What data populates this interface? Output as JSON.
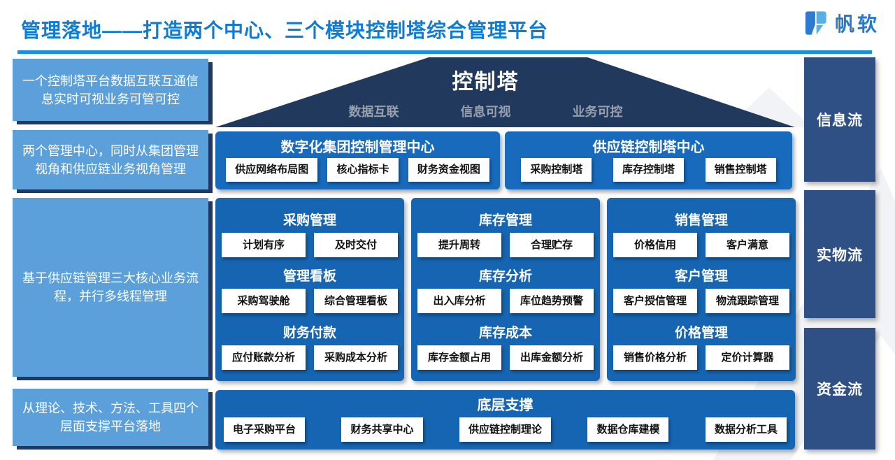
{
  "header": {
    "title": "管理落地——打造两个中心、三个模块控制塔综合管理平台",
    "logo_text": "帆软"
  },
  "left_notes": [
    {
      "text": "一个控制塔平台数据互联互通信息实时可视业务可管可控"
    },
    {
      "text": "两个管理中心，同时从集团管理视角和供应链业务视角管理"
    },
    {
      "text": "基于供应链管理三大核心业务流程，并行多线程管理"
    },
    {
      "text": "从理论、技术、方法、工具四个层面支撑平台落地"
    }
  ],
  "roof": {
    "title": "控制塔",
    "subtitles": [
      "数据互联",
      "信息可视",
      "业务可控"
    ]
  },
  "centers": [
    {
      "title": "数字化集团控制管理中心",
      "items": [
        "供应网络布局图",
        "核心指标卡",
        "财务资金视图"
      ]
    },
    {
      "title": "供应链控制塔中心",
      "items": [
        "采购控制塔",
        "库存控制塔",
        "销售控制塔"
      ]
    }
  ],
  "modules": [
    {
      "groups": [
        {
          "title": "采购管理",
          "items": [
            "计划有序",
            "及时交付"
          ]
        },
        {
          "title": "管理看板",
          "items": [
            "采购驾驶舱",
            "综合管理看板"
          ]
        },
        {
          "title": "财务付款",
          "items": [
            "应付账款分析",
            "采购成本分析"
          ]
        }
      ]
    },
    {
      "groups": [
        {
          "title": "库存管理",
          "items": [
            "提升周转",
            "合理贮存"
          ]
        },
        {
          "title": "库存分析",
          "items": [
            "出入库分析",
            "库位趋势预警"
          ]
        },
        {
          "title": "库存成本",
          "items": [
            "库存金额占用",
            "出库金额分析"
          ]
        }
      ]
    },
    {
      "groups": [
        {
          "title": "销售管理",
          "items": [
            "价格信用",
            "客户满意"
          ]
        },
        {
          "title": "客户管理",
          "items": [
            "客户授信管理",
            "物流跟踪管理"
          ]
        },
        {
          "title": "价格管理",
          "items": [
            "销售价格分析",
            "定价计算器"
          ]
        }
      ]
    }
  ],
  "foundation": {
    "title": "底层支撑",
    "items": [
      "电子采购平台",
      "财务共享中心",
      "供应链控制理论",
      "数据仓库建模",
      "数据分析工具"
    ]
  },
  "flows": [
    "信息流",
    "实物流",
    "资金流"
  ],
  "colors": {
    "title_blue": "#0E7CD4",
    "underline_blue": "#1590DC",
    "panel_blue": "#1565B2",
    "center_blue": "#176ABC",
    "note_light_blue": "#5B9FDB",
    "roof_navy": "#20395C",
    "flow_navy": "#2E5085",
    "shadow_navy": "#1F3864",
    "roof_subtitle_gray": "#98A0AE"
  }
}
